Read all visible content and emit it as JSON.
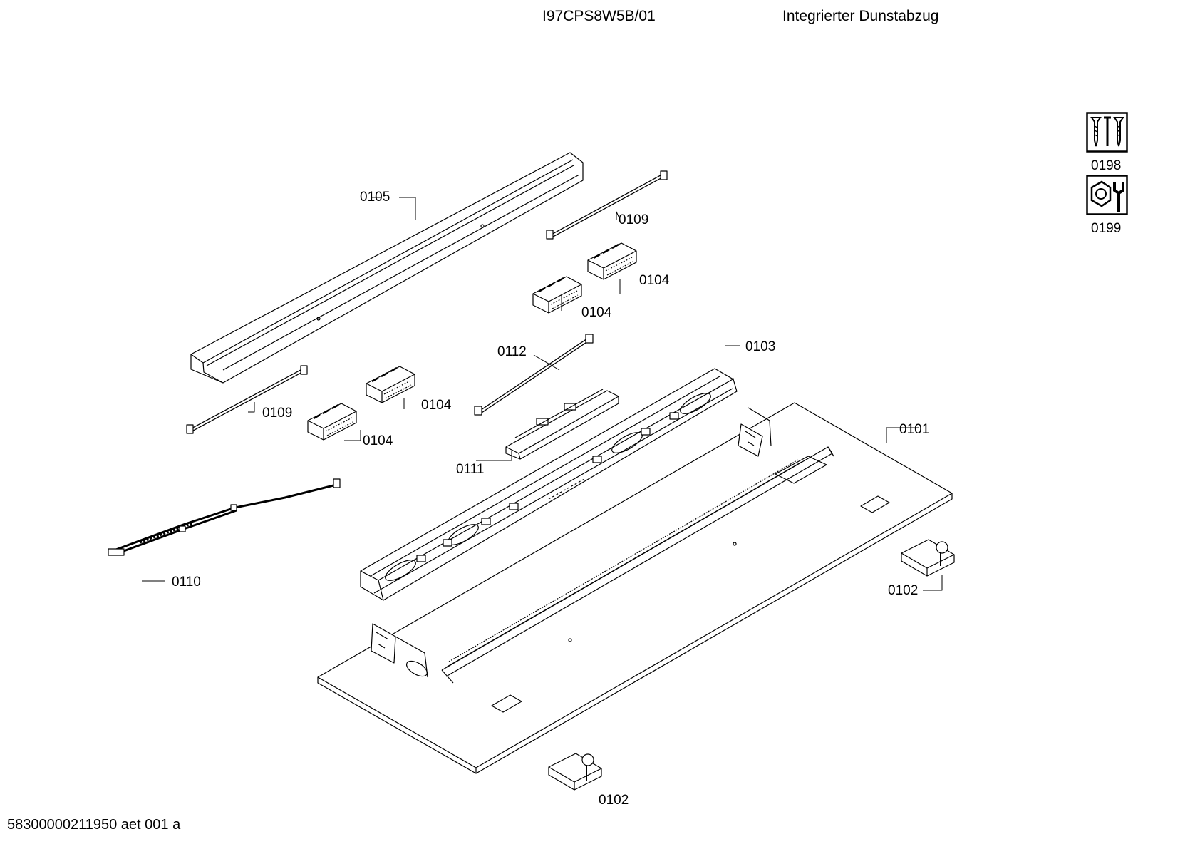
{
  "header": {
    "model": "I97CPS8W5B/01",
    "description": "Integrierter Dunstabzug"
  },
  "parts": {
    "p0101": "0101",
    "p0102a": "0102",
    "p0102b": "0102",
    "p0103": "0103",
    "p0104a": "0104",
    "p0104b": "0104",
    "p0104c": "0104",
    "p0104d": "0104",
    "p0105": "0105",
    "p0109a": "0109",
    "p0109b": "0109",
    "p0110": "0110",
    "p0111": "0111",
    "p0112": "0112"
  },
  "side_icons": [
    {
      "label": "0198",
      "icon": "screws-icon"
    },
    {
      "label": "0199",
      "icon": "nut-wrench-icon"
    }
  ],
  "footer": {
    "doc_id": "58300000211950 aet 001 a"
  }
}
